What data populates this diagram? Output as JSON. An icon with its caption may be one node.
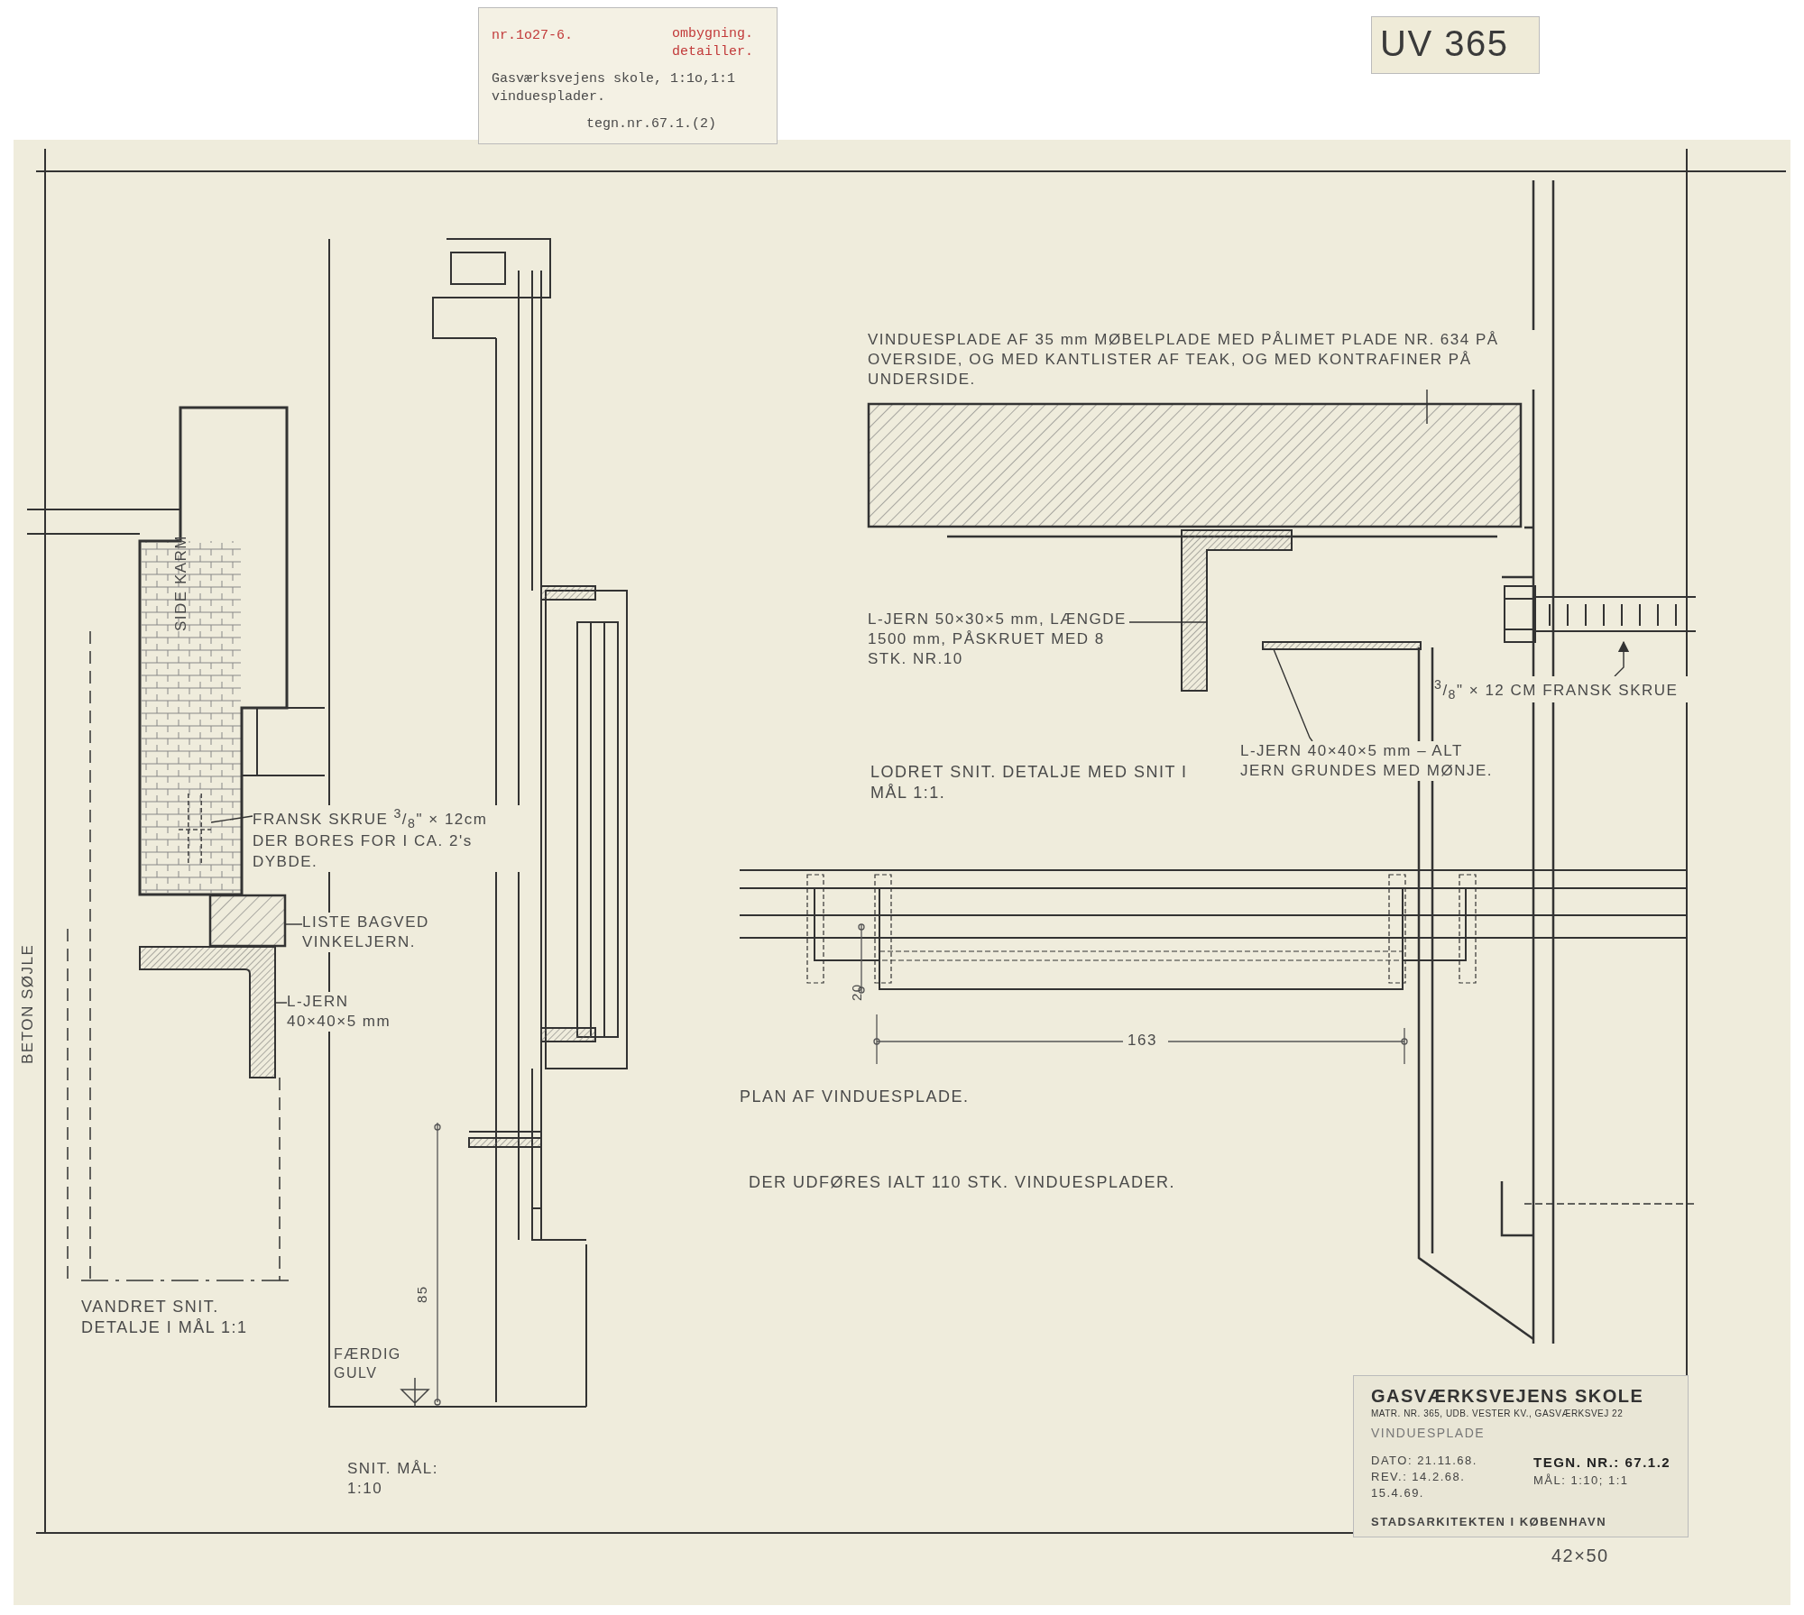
{
  "diagram": {
    "nodes": [
      {
        "text": [
          "FRANSK SKRUE $^{3}$/$_{8}$\" × 12cm DER BORES FOR I CA. 2's DYBDE."
        ]
      },
      {
        "text": [],
        "shape": "bar"
      },
      {
        "text": [
          "LISTE BAGVED VINKELJERN."
        ]
      },
      {
        "text": [],
        "shape": "box"
      },
      {
        "text": [
          "L-JERN 40×40×5 mm"
        ]
      },
      {
        "text": [],
        "shape": "picture"
      },
      {
        "text": [
          "VINDUESPLADE AF 35 mm MØBELPLADE MED PÅLIMET PLADE NR. 634 PÅ OVERSIDE, OG MED KANTLISTER AF TEAK, OG MED KONTRAFINER PÅ UNDERSIDE."
        ]
      },
      {
        "text": [],
        "shape": "box"
      },
      {
        "text": [
          "L-JERN 50×30×5 mm, LÆNGDE 1500 mm, PÅSKRUET MED 8 STK. NR.10"
        ]
      },
      {
        "text": [],
        "shape": "picture"
      },
      {
        "text": [
          "L-JERN 40×40×5 mm – ALT JERN GRUNDES MED MØNJE."
        ]
      },
      {
        "text": [],
        "shape": "bar"
      },
      {
        "text": [
          "$^{3}$/$_{8}$\" × 12 CM FRANSK SKRUE"
        ]
      },
      {
        "text": [],
        "shape": "picture"
      }
    ],
    "edges": [
      {
        "from": 0,
        "to": 1,
        "arrow": "none"
      },
      {
        "from": 2,
        "to": 3,
        "arrow": "none"
      },
      {
        "from": 4,
        "to": 5,
        "arrow": "none"
      },
      {
        "from": 6,
        "to": 7,
        "arrow": "none"
      },
      {
        "from": 8,
        "to": 9,
        "arrow": "none"
      },
      {
        "from": 10,
        "to": 11,
        "arrow": "none"
      },
      {
        "from": 12,
        "to": 13,
        "arrow": "to"
      }
    ],
    "labels": [
      "nr.1o27-6.",
      "ombygning. detailler.",
      "Gasværksvejens skole, 1:1o,1:1 vinduesplader.",
      "tegn.nr.67.1.(2)",
      "UV 365",
      "SIDE KARM",
      "LODRET SNIT. DETALJE MED SNIT I MÅL 1:1.",
      "BETON SØJLE",
      "20",
      "163",
      "PLAN AF VINDUESPLADE.",
      "DER UDFØRES IALT 110 STK. VINDUESPLADER.",
      "85",
      "VANDRET SNIT. DETALJE I MÅL 1:1",
      "FÆRDIG GULV",
      "SNIT. MÅL: 1:10",
      "GASVÆRKSVEJENS SKOLE",
      "MATR. NR. 365, UDB. VESTER KV., GASVÆRKSVEJ 22",
      "VINDUESPLADE",
      "DATO: 21.11.68.",
      "REV.: 14.2.68.",
      "15.4.69.",
      "TEGN. NR.: 67.1.2",
      "MÅL: 1:10; 1:1",
      "STADSARKITEKTEN I KØBENHAVN",
      "42×50"
    ]
  }
}
